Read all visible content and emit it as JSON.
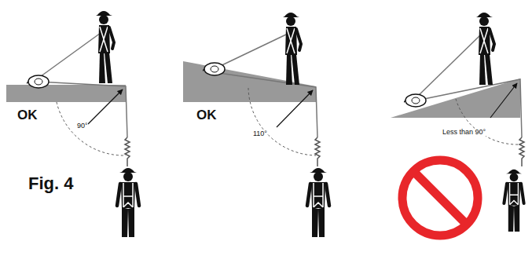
{
  "diagram": {
    "labels": [
      "OK",
      "OK",
      "Fig. 4",
      "90°",
      "110°",
      "Less than 90°"
    ]
  }
}
